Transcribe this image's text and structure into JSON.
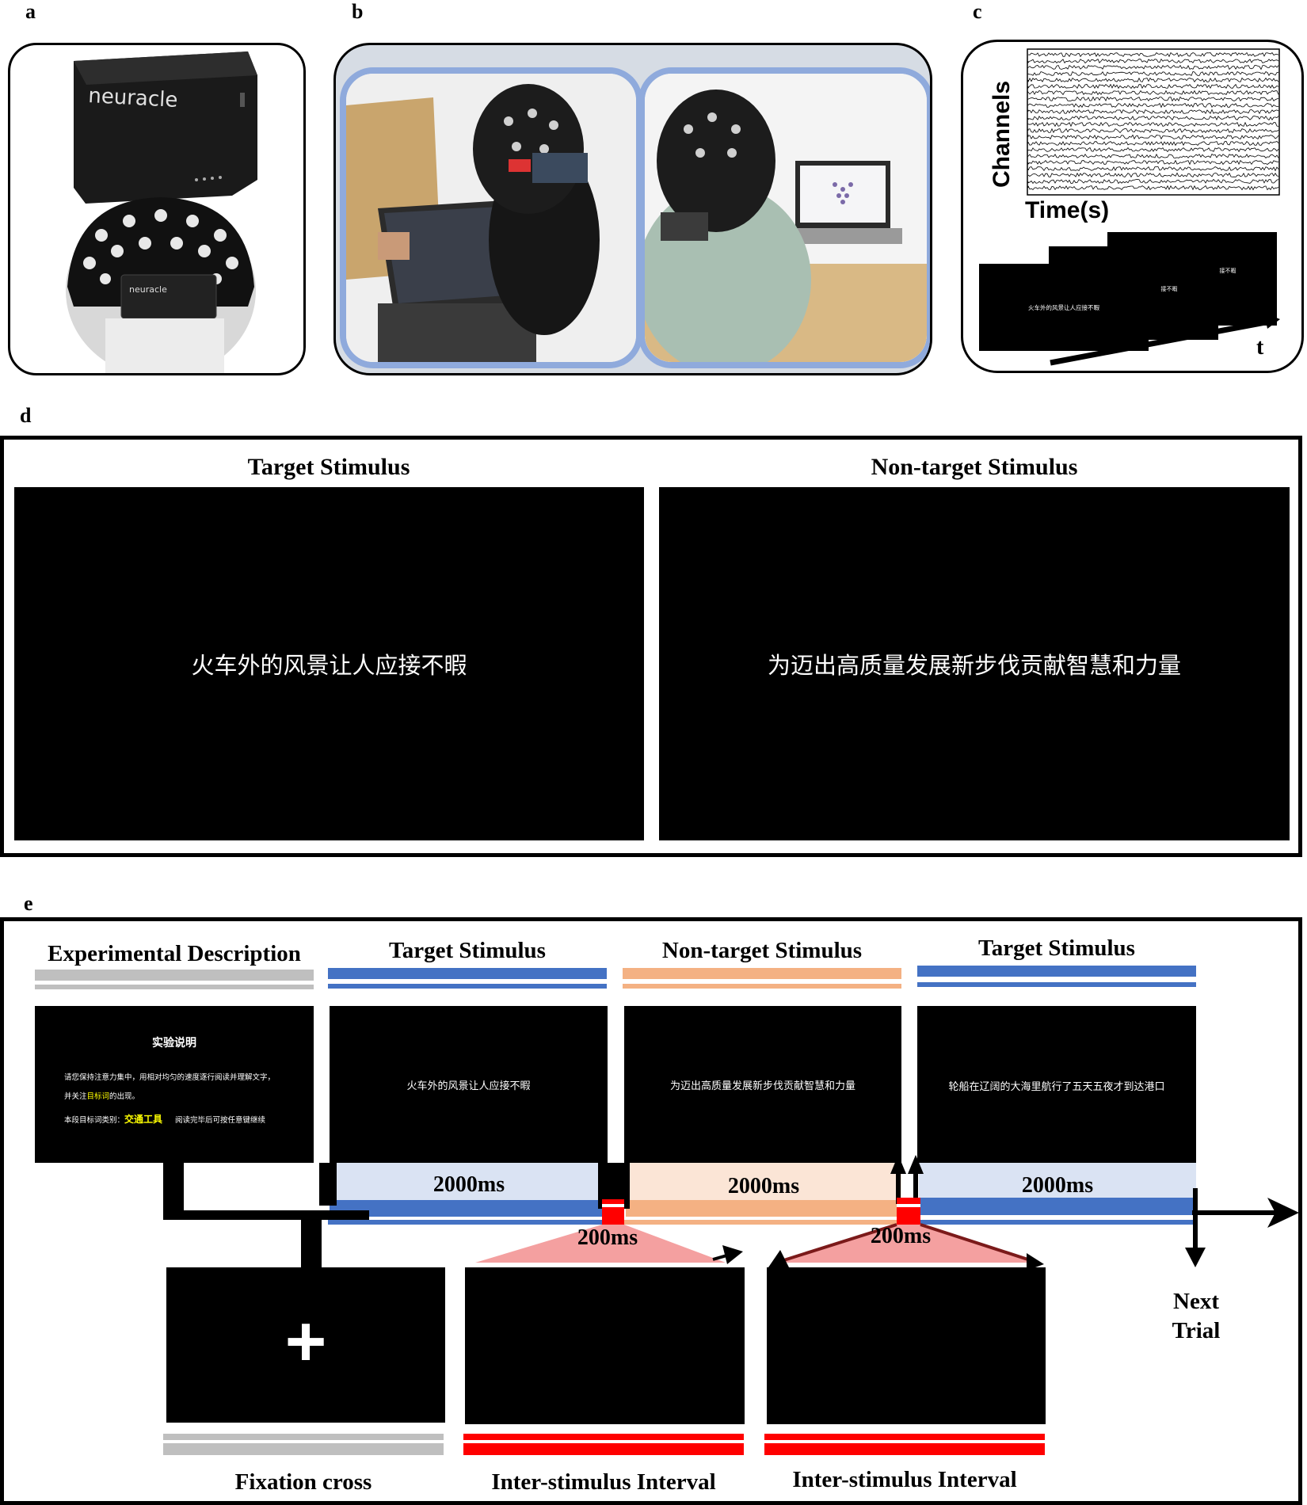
{
  "panels": {
    "a": "a",
    "b": "b",
    "c": "c",
    "d": "d",
    "e": "e"
  },
  "panel_a": {
    "device_brand": "neuracle",
    "cap_brand": "neuracle"
  },
  "panel_c": {
    "y_label": "Channels",
    "x_label": "Time(s)",
    "time_arrow_label": "t",
    "slides": [
      "火车外的风景让人应接不暇",
      "接不暇",
      "接不暇"
    ]
  },
  "panel_d": {
    "target_heading": "Target Stimulus",
    "nontarget_heading": "Non-target Stimulus",
    "target_sentence": "火车外的风景让人应接不暇",
    "nontarget_sentence": "为迈出高质量发展新步伐贡献智慧和力量"
  },
  "panel_e": {
    "headings": {
      "description": "Experimental Description",
      "target1": "Target Stimulus",
      "nontarget": "Non-target Stimulus",
      "target2": "Target Stimulus"
    },
    "description_screen": {
      "title": "实验说明",
      "line1": "请您保持注意力集中，用相对均匀的速度逐行阅读并理解文字，",
      "line2_prefix": "并关注",
      "line2_highlight": "目标词",
      "line2_suffix": "的出现。",
      "line3_prefix": "本段目标词类别：",
      "line3_highlight": "交通工具",
      "line3_suffix": "阅读完毕后可按任意键继续"
    },
    "stimuli": [
      "火车外的风景让人应接不暇",
      "为迈出高质量发展新步伐贡献智慧和力量",
      "轮船在辽阔的大海里航行了五天五夜才到达港口"
    ],
    "durations": {
      "stimulus": "2000ms",
      "isi1": "200ms",
      "isi2": "200ms"
    },
    "bottom_labels": {
      "fixation": "Fixation cross",
      "isi1": "Inter-stimulus Interval",
      "isi2": "Inter-stimulus Interval"
    },
    "fixation_symbol": "+",
    "next_trial_line1": "Next",
    "next_trial_line2": "Trial"
  },
  "colors": {
    "blue": "#4472c4",
    "light_blue": "#dae3f3",
    "orange": "#f4b183",
    "light_orange": "#fbe5d6",
    "gray": "#bfbfbf",
    "red": "#ff0000",
    "pink": "#f4a0a0",
    "yellow": "#ffff00"
  }
}
